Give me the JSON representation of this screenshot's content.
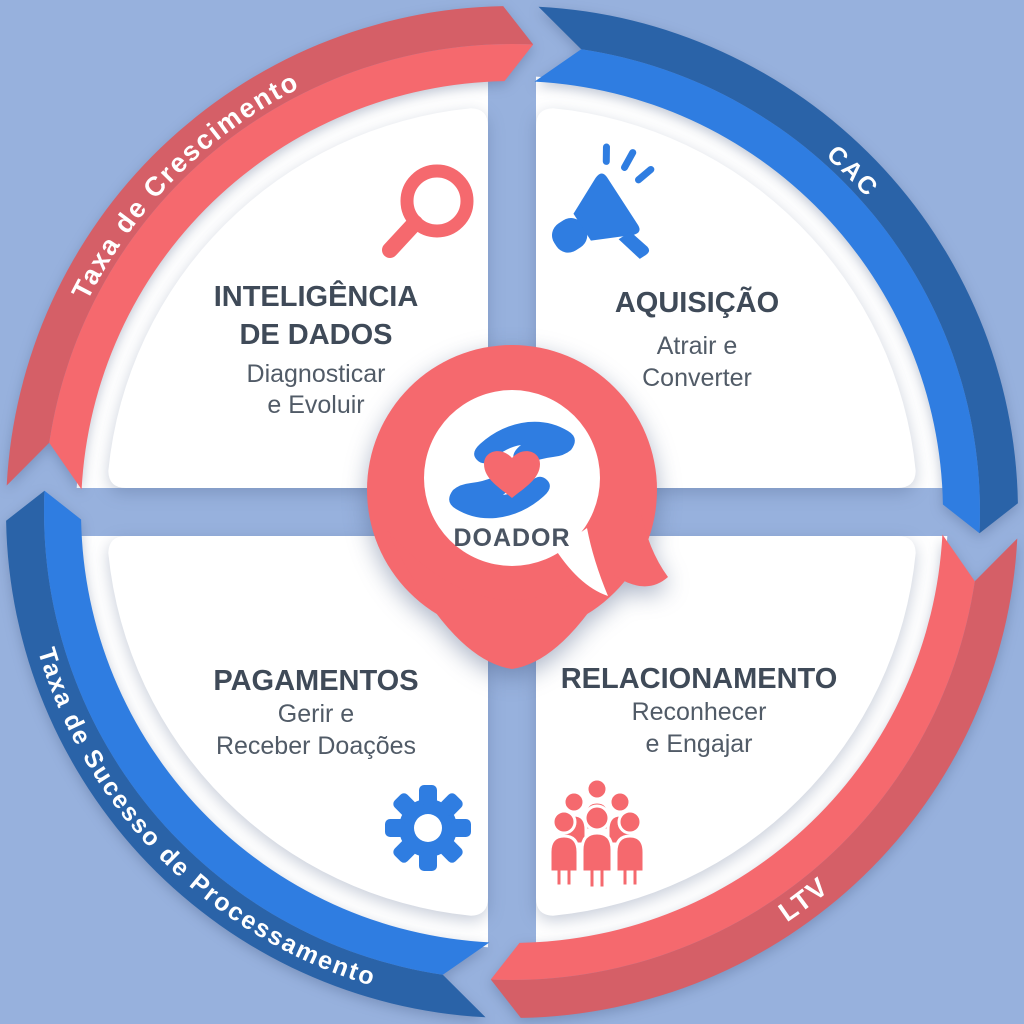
{
  "diagram": {
    "name": "donor-cycle-diagram",
    "center": {
      "label": "DOADOR",
      "icon": "hands-heart-icon"
    },
    "quadrants": [
      {
        "position": "top-left",
        "color": "red",
        "icon": "magnifier-icon",
        "title_lines": [
          "INTELIGÊNCIA",
          "DE DADOS"
        ],
        "subtitle_lines": [
          "Diagnosticar",
          "e Evoluir"
        ],
        "metric": "Taxa de Crescimento"
      },
      {
        "position": "top-right",
        "color": "blue",
        "icon": "megaphone-icon",
        "title_lines": [
          "AQUISIÇÃO"
        ],
        "subtitle_lines": [
          "Atrair e",
          "Converter"
        ],
        "metric": "CAC"
      },
      {
        "position": "bottom-left",
        "color": "blue",
        "icon": "gear-icon",
        "title_lines": [
          "PAGAMENTOS"
        ],
        "subtitle_lines": [
          "Gerir e",
          "Receber Doações"
        ],
        "metric": "Taxa de Sucesso de Processamento"
      },
      {
        "position": "bottom-right",
        "color": "red",
        "icon": "people-icon",
        "title_lines": [
          "RELACIONAMENTO"
        ],
        "subtitle_lines": [
          "Reconhecer",
          "e Engajar"
        ],
        "metric": "LTV"
      }
    ]
  },
  "colors": {
    "background": "#97B1DD",
    "panel": "#FFFFFF",
    "red": "#F5696E",
    "red_dark": "#D55F67",
    "blue": "#2F7DE1",
    "blue_dark": "#2A63A8",
    "title_text": "#3F4A58",
    "subtitle_text": "#515B67",
    "center_text": "#4A5462",
    "arc_label_text": "#FFFFFF"
  }
}
